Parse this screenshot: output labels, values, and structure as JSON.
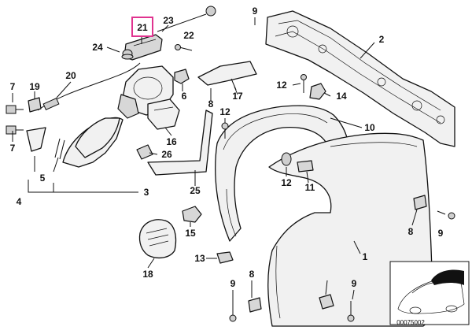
{
  "diagram": {
    "highlight_color": "#e0338f",
    "highlighted_label": "21",
    "labels": [
      {
        "id": "l21",
        "text": "21"
      },
      {
        "id": "l23",
        "text": "23"
      },
      {
        "id": "l22",
        "text": "22"
      },
      {
        "id": "l24",
        "text": "24"
      },
      {
        "id": "l9a",
        "text": "9"
      },
      {
        "id": "l2",
        "text": "2"
      },
      {
        "id": "l20",
        "text": "20"
      },
      {
        "id": "l7a",
        "text": "7"
      },
      {
        "id": "l19",
        "text": "19"
      },
      {
        "id": "l7b",
        "text": "7"
      },
      {
        "id": "l6",
        "text": "6"
      },
      {
        "id": "l8a",
        "text": "8"
      },
      {
        "id": "l17",
        "text": "17"
      },
      {
        "id": "l12a",
        "text": "12"
      },
      {
        "id": "l14",
        "text": "14"
      },
      {
        "id": "l16",
        "text": "16"
      },
      {
        "id": "l12b",
        "text": "12"
      },
      {
        "id": "l10",
        "text": "10"
      },
      {
        "id": "l26",
        "text": "26"
      },
      {
        "id": "l5",
        "text": "5"
      },
      {
        "id": "l4",
        "text": "4"
      },
      {
        "id": "l3",
        "text": "3"
      },
      {
        "id": "l25",
        "text": "25"
      },
      {
        "id": "l12c",
        "text": "12"
      },
      {
        "id": "l11",
        "text": "11"
      },
      {
        "id": "l15",
        "text": "15"
      },
      {
        "id": "l8b",
        "text": "8"
      },
      {
        "id": "l9b",
        "text": "9"
      },
      {
        "id": "l13",
        "text": "13"
      },
      {
        "id": "l1",
        "text": "1"
      },
      {
        "id": "l18",
        "text": "18"
      },
      {
        "id": "l9c",
        "text": "9"
      },
      {
        "id": "l8c",
        "text": "8"
      },
      {
        "id": "l9d",
        "text": "9"
      }
    ],
    "inset_caption": "00075002"
  }
}
